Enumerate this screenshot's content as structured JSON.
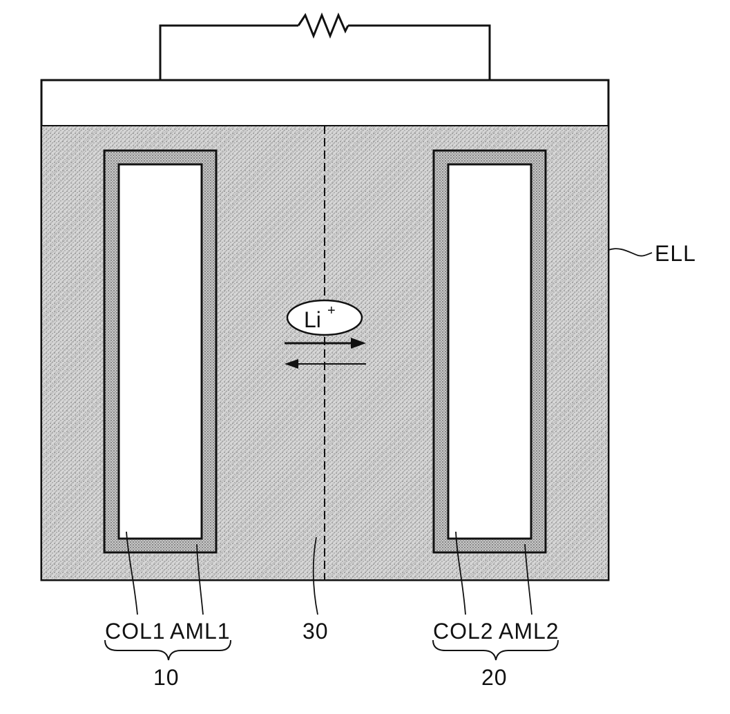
{
  "diagram": {
    "labels": {
      "electrolyte": "ELL",
      "collector_1": "COL1",
      "active_material_1": "AML1",
      "separator": "30",
      "collector_2": "COL2",
      "active_material_2": "AML2",
      "electrode_1": "10",
      "electrode_2": "20",
      "ion": "Li",
      "ion_charge": "+"
    },
    "icons": {
      "resistor": "resistor-icon",
      "arrow_right": "arrow-right-icon",
      "arrow_left": "arrow-left-icon"
    },
    "colors": {
      "stroke": "#111111",
      "electrolyte_fill": "#cfcfcf",
      "active_material_fill": "#c4c4c4",
      "collector_fill": "#ffffff"
    }
  }
}
